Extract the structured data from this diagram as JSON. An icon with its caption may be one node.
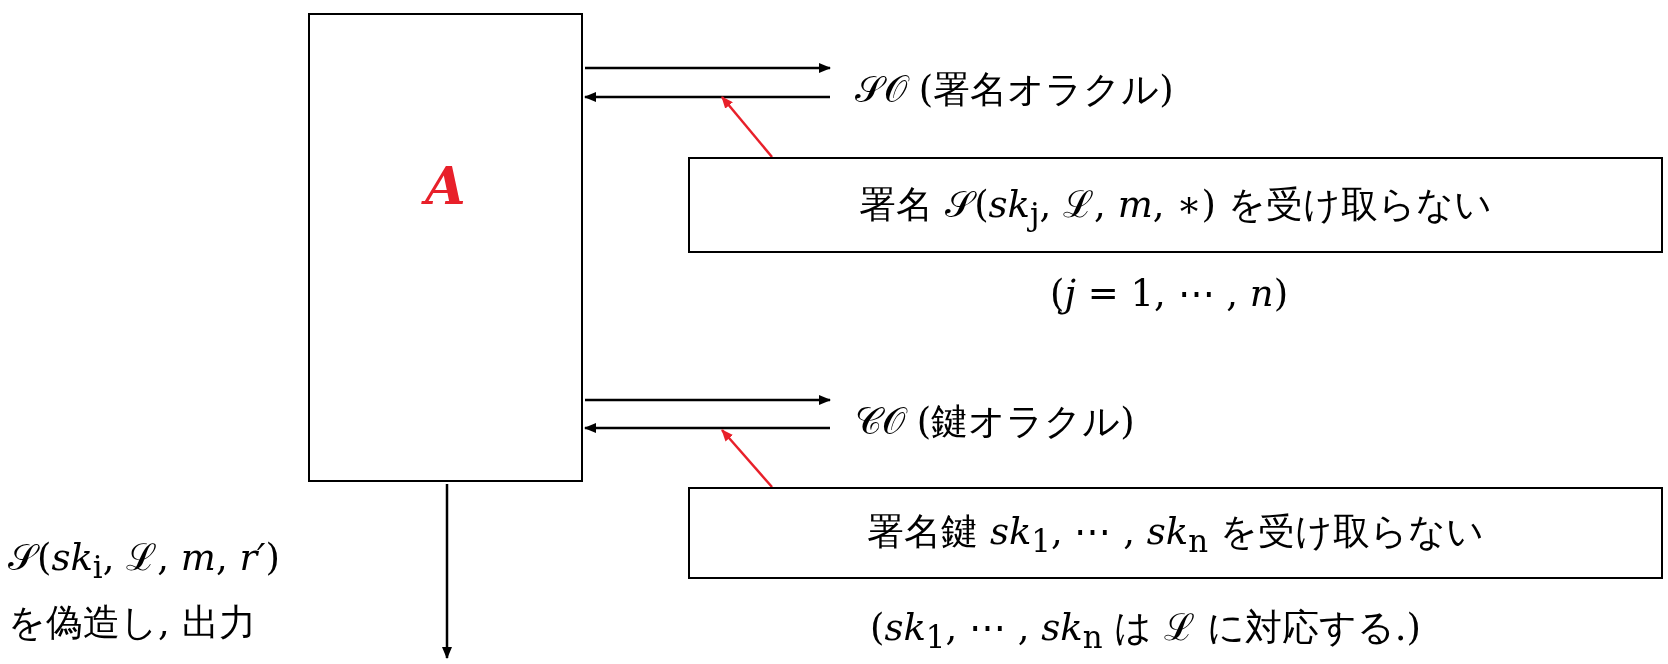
{
  "diagram": {
    "nodes": [
      {
        "text": [
          "A"
        ]
      },
      {
        "text": [
          "𝒮𝒪 (署名オラクル)"
        ]
      },
      {
        "text": [
          "署名 𝒮(*sk*$_{j}$, ℒ, *m*, ∗) を受け取らない"
        ],
        "beside": [
          "(*j* = 1, ⋯ , *n*)"
        ]
      },
      {
        "text": [
          "𝒞𝒪 (鍵オラクル)"
        ]
      },
      {
        "text": [
          "署名鍵 *sk*$_{1}$, ⋯ , *sk*$_{n}$ を受け取らない"
        ],
        "beside": [
          "(*sk*$_{1}$, ⋯ , *sk*$_{n}$ は ℒ に対応する.)"
        ]
      }
    ],
    "edges": [
      {
        "from": 0,
        "to": 1,
        "arrow": "to"
      },
      {
        "from": 1,
        "to": 0,
        "arrow": "to"
      },
      {
        "from": 2,
        "to": null,
        "arrow": "to",
        "color": "#e8202a"
      },
      {
        "from": 0,
        "to": 3,
        "arrow": "to"
      },
      {
        "from": 3,
        "to": 0,
        "arrow": "to"
      },
      {
        "from": 4,
        "to": null,
        "arrow": "to",
        "color": "#e8202a"
      },
      {
        "from": 0,
        "to": null,
        "arrow": "to",
        "label": "𝒮(*sk*$_{i}$, ℒ, *m*, *r′*) を偽造し, 出力"
      }
    ]
  }
}
